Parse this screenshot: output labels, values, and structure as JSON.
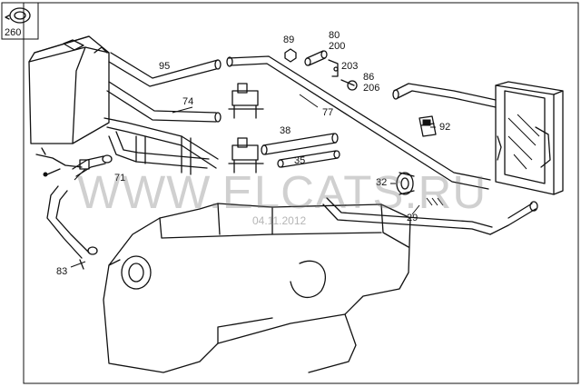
{
  "watermark": "WWW.ELCATS.RU",
  "date": "04.11.2012",
  "callouts": {
    "c260": "260",
    "c89": "89",
    "c80": "80",
    "c200": "200",
    "c203": "203",
    "c86": "86",
    "c206": "206",
    "c95": "95",
    "c74": "74",
    "c77": "77",
    "c92": "92",
    "c38": "38",
    "c35": "35",
    "c71": "71",
    "c32": "32",
    "c29": "29",
    "c83": "83"
  }
}
